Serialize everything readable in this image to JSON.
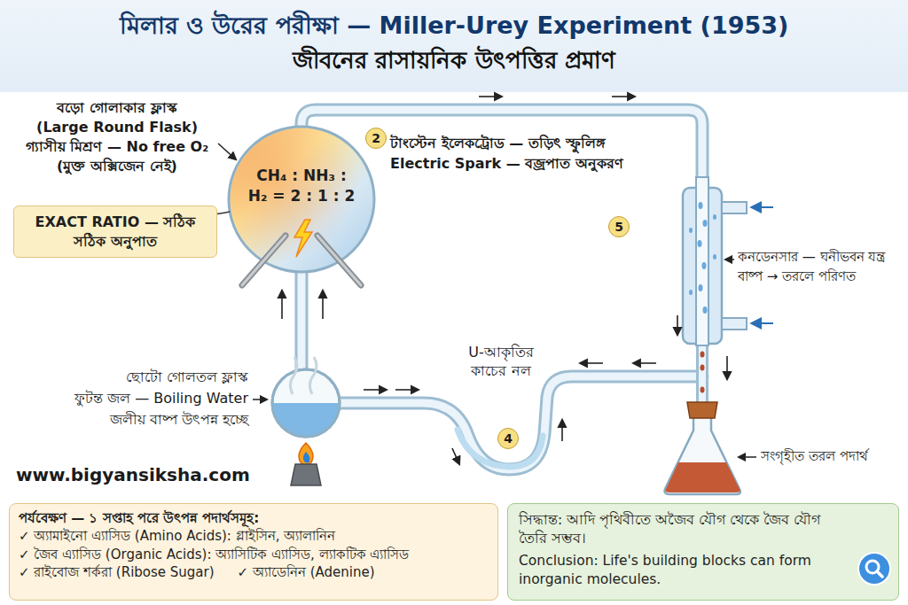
{
  "diagram": {
    "title": "মিলার ও উরের পরীক্ষা — Miller-Urey Experiment (1953)",
    "nodes": [
      {
        "text": [
          "CH₄ : NH₃ : H₂ = 2 : 1 : 2"
        ]
      },
      {
        "text": [
          "EXACT RATIO — সঠিক সঠিক অনুপাত"
        ]
      },
      {
        "text": [
          "পর্যবেক্ষণ — ১ সপ্তাহ পরে উৎপন্ন পদার্থসমূহ:",
          "✓ অ্যামাইনো এ্যাসিড (Amino Acids): গ্লাইসিন, অ্যালানিন",
          "✓ জৈব এ্যাসিড (Organic Acids): অ্যাসিটিক এ্যাসিড, ল্যাকটিক এ্যাসিড",
          "✓ রাইবোজ শর্করা (Ribose Sugar)",
          "✓ অ্যাডেনিন (Adenine)"
        ]
      },
      {
        "text": [
          "সিদ্ধান্ত: আদি পৃথিবীতে অজৈব যৌগ থেকে জৈব যৌগ তৈরি সম্ভব।",
          "Conclusion: Life's building blocks can form inorganic molecules."
        ]
      }
    ],
    "edges": [
      {
        "from": 1,
        "to": 0,
        "arrow": "none"
      }
    ],
    "labels": [
      "জীবনের রাসায়নিক উৎপত্তির প্রমাণ",
      "বড়ো গোলাকার ফ্লাস্ক",
      "(Large Round Flask)",
      "গ্যাসীয় মিশ্রণ — No free O₂",
      "(মুক্ত অক্সিজেন নেই)",
      "2",
      "টাংস্টেন ইলেকট্রোড — তড়িৎ স্ফুলিঙ্গ",
      "Electric Spark — বজ্রপাত অনুকরণ",
      "5",
      "কনডেনসার — ঘনীভবন যন্ত্র",
      "বাষ্প → তরলে পরিণত",
      "ছোটো গোলতল ফ্লাস্ক",
      "ফুটন্ত জল — Boiling Water",
      "জলীয় বাষ্প উৎপন্ন হচ্ছে",
      "www.bigyansiksha.com",
      "U-আকৃতির",
      "কাচের নল",
      "4",
      "সংগৃহীত তরল পদার্থ"
    ]
  }
}
